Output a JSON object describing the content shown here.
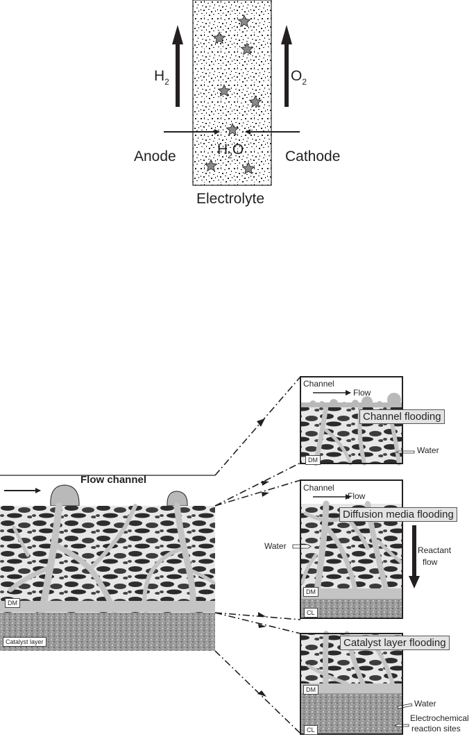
{
  "top_diagram": {
    "h2_label": "H",
    "h2_sub": "2",
    "o2_label": "O",
    "o2_sub": "2",
    "anode": "Anode",
    "cathode": "Cathode",
    "water_h": "H",
    "water_sub": "2",
    "water_o": "O",
    "electrolyte": "Electrolyte"
  },
  "main_panel": {
    "flow_channel": "Flow channel",
    "dm_tag": "DM",
    "catalyst_tag": "Catalyst layer"
  },
  "panel_channel": {
    "channel": "Channel",
    "flow": "Flow",
    "title": "Channel flooding",
    "water": "Water",
    "dm_tag": "DM"
  },
  "panel_dm": {
    "channel": "Channel",
    "flow": "Flow",
    "title": "Diffusion media flooding",
    "water": "Water",
    "reactant_line1": "Reactant",
    "reactant_line2": "flow",
    "dm_tag": "DM",
    "cl_tag": "CL"
  },
  "panel_cl": {
    "title": "Catalyst layer flooding",
    "dm_tag": "DM",
    "cl_tag": "CL",
    "water": "Water",
    "sites_line1": "Electrochemical",
    "sites_line2": "reaction sites"
  },
  "colors": {
    "ink": "#231f20",
    "water_gray": "#b9b9b9",
    "porous_dark": "#3a3a3a",
    "catalyst_gray": "#8c8c8c",
    "label_box": "#e3e3e3"
  }
}
